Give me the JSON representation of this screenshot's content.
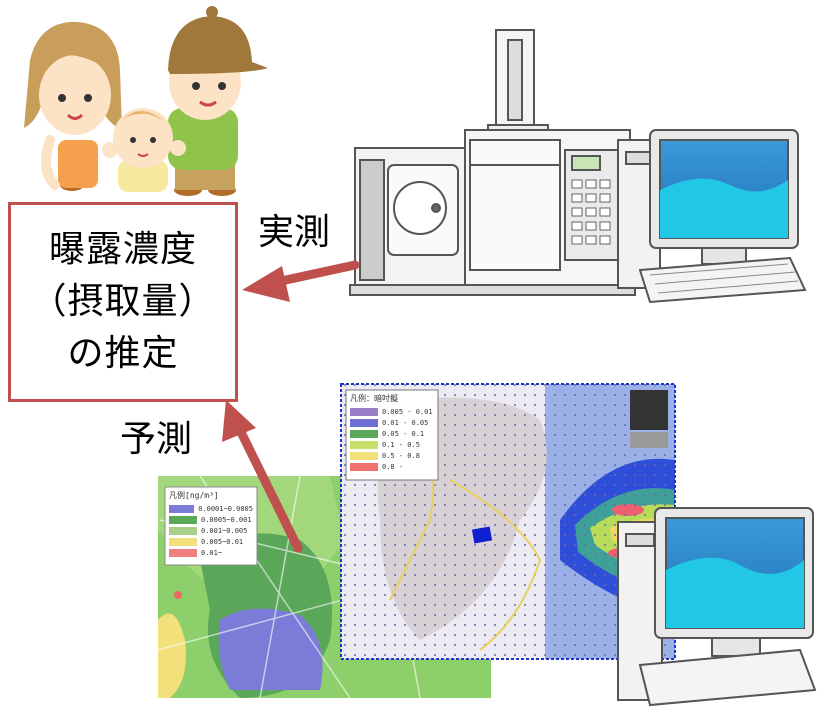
{
  "estimate_box": {
    "lines": [
      "曝露濃度",
      "（摂取量）",
      "の推定"
    ]
  },
  "measure_label": "実測",
  "predict_label": "予測",
  "map_left": {
    "legend_title": "凡例[ng/m³]",
    "legend_items": [
      {
        "label": "0.0001~0.0005",
        "color": "#7b7bd8"
      },
      {
        "label": "0.0005~0.001",
        "color": "#5aa75a"
      },
      {
        "label": "0.001~0.005",
        "color": "#a8d08a"
      },
      {
        "label": "0.005~0.01",
        "color": "#f2e07a"
      },
      {
        "label": "0.01~",
        "color": "#f08080"
      }
    ]
  },
  "map_right": {
    "legend_title": "凡例：暗吋擬",
    "legend_items": [
      {
        "label": "0.005 - 0.01",
        "color": "#9a7fc8"
      },
      {
        "label": "0.01 - 0.05",
        "color": "#6f6fd8"
      },
      {
        "label": "0.05 - 0.1",
        "color": "#5aa75a"
      },
      {
        "label": "0.1 - 0.5",
        "color": "#c7e06a"
      },
      {
        "label": "0.5 - 0.8",
        "color": "#f2e07a"
      },
      {
        "label": "0.8 -",
        "color": "#f07070"
      }
    ]
  },
  "colors": {
    "arrow": "#c0504d",
    "box_border": "#c0504d"
  }
}
